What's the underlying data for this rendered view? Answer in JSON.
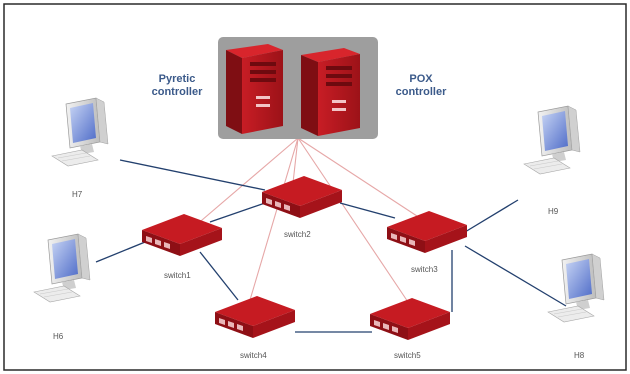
{
  "diagram": {
    "controllers": [
      {
        "id": "pyretic",
        "label_line1": "Pyretic",
        "label_line2": "controller"
      },
      {
        "id": "pox",
        "label_line1": "POX",
        "label_line2": "controller"
      }
    ],
    "switches": [
      {
        "id": "switch1",
        "label": "switch1"
      },
      {
        "id": "switch2",
        "label": "switch2"
      },
      {
        "id": "switch3",
        "label": "switch3"
      },
      {
        "id": "switch4",
        "label": "switch4"
      },
      {
        "id": "switch5",
        "label": "switch5"
      }
    ],
    "hosts": [
      {
        "id": "H7",
        "label": "H7"
      },
      {
        "id": "H6",
        "label": "H6"
      },
      {
        "id": "H9",
        "label": "H9"
      },
      {
        "id": "H8",
        "label": "H8"
      }
    ],
    "colors": {
      "device_red": "#b4161e",
      "device_dark": "#7d0d12",
      "control_link": "#e3a4a4",
      "data_link": "#23406e",
      "controller_bg": "#9e9e9e",
      "monitor_blue": "#5c7ad0"
    }
  }
}
